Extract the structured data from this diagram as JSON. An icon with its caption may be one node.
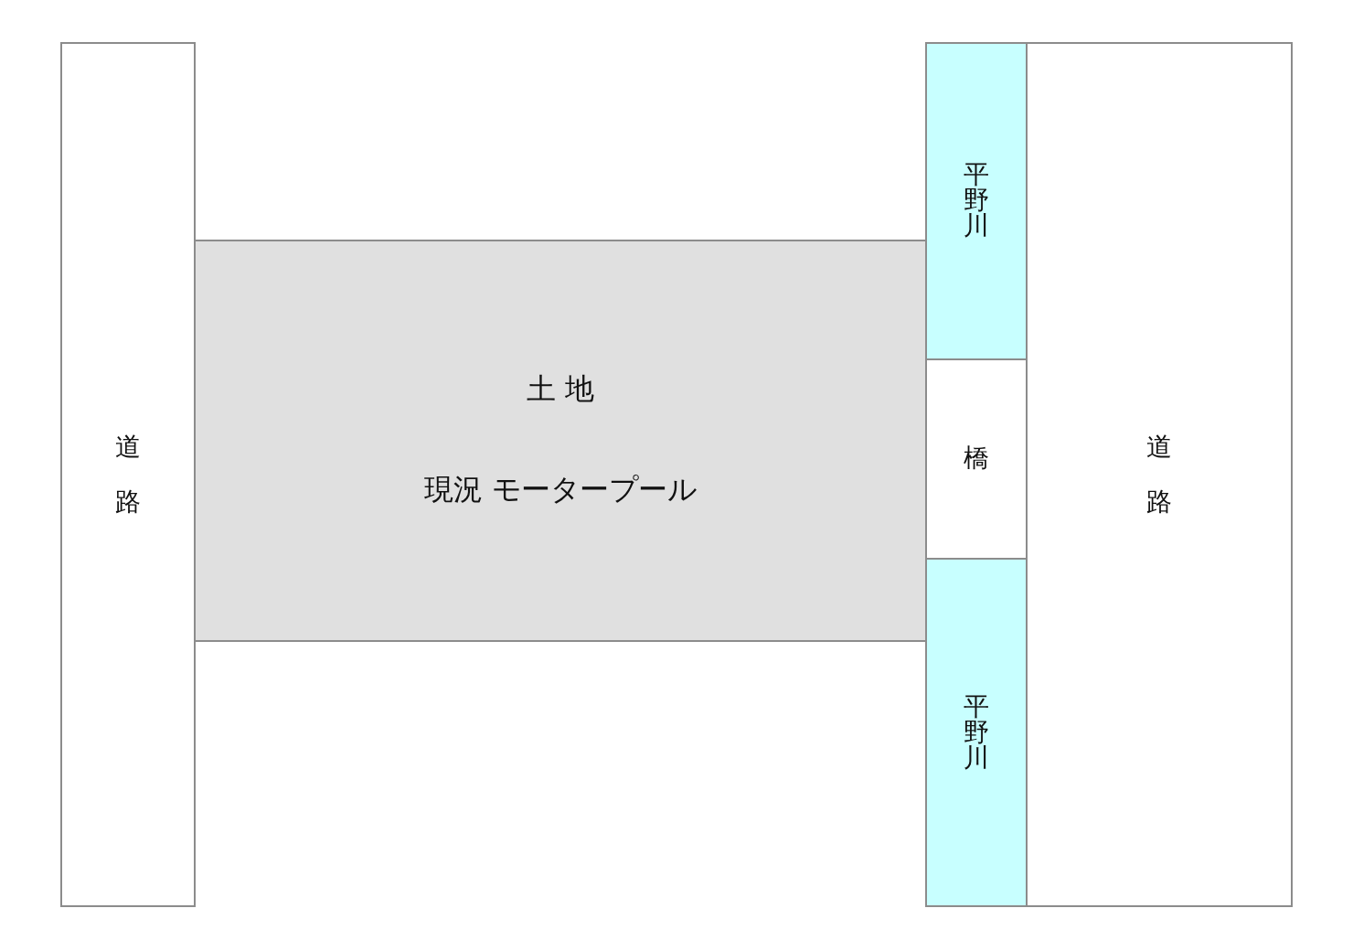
{
  "diagram": {
    "nodes": [
      {
        "text": [
          "道路"
        ]
      },
      {
        "text": [
          "土 地",
          "現況 モータープール"
        ]
      },
      {
        "text": [
          "平野川"
        ]
      },
      {
        "text": [
          "橋"
        ]
      },
      {
        "text": [
          "平野川"
        ]
      },
      {
        "text": [
          "道路"
        ]
      }
    ]
  }
}
